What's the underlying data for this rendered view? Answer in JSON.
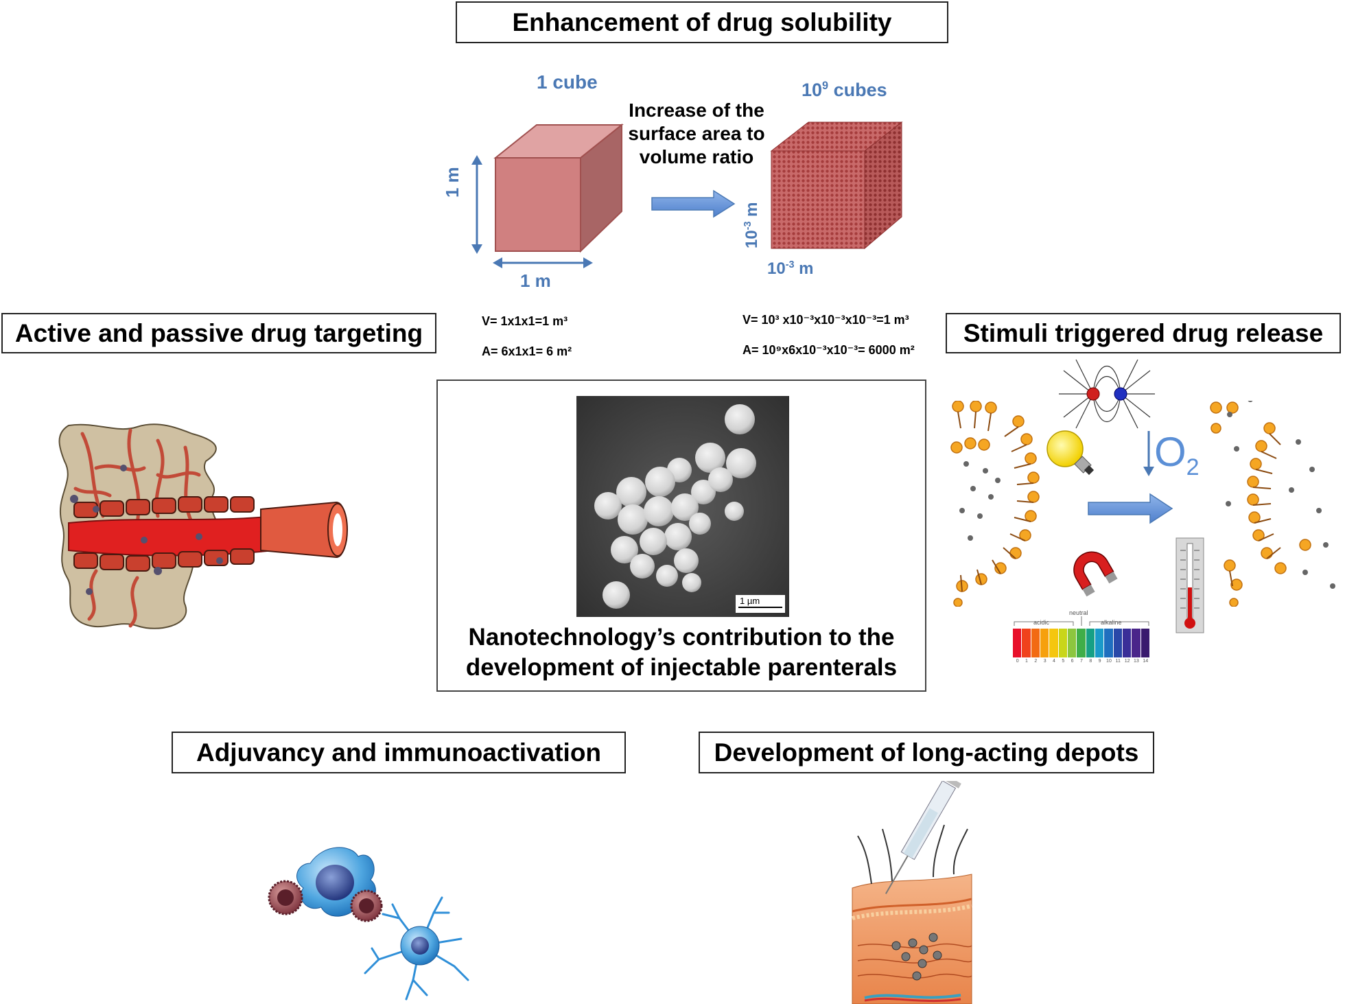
{
  "boxes": {
    "solubility": "Enhancement of drug solubility",
    "targeting": "Active and passive drug targeting",
    "stimuli": "Stimuli triggered drug release",
    "adjuvancy": "Adjuvancy and immunoactivation",
    "depots": "Development of long-acting depots"
  },
  "solubility": {
    "one_cube": "1 cube",
    "many_cubes_base": "10",
    "many_cubes_exp": "9",
    "many_cubes_suffix": " cubes",
    "arrow_text_1": "Increase of the",
    "arrow_text_2": "surface area to",
    "arrow_text_3": "volume ratio",
    "dim_big_v": "1 m",
    "dim_big_h": "1 m",
    "dim_small_base": "10",
    "dim_small_exp": "-3",
    "dim_small_unit": " m",
    "formula_v1": "V= 1x1x1=1 m³",
    "formula_a1": "A= 6x1x1= 6 m²",
    "formula_v2": "V= 10³ x10⁻³x10⁻³x10⁻³=1 m³",
    "formula_a2": "A= 10⁹x6x10⁻³x10⁻³= 6000 m²"
  },
  "center": {
    "scale_bar": "1 µm",
    "caption_1": "Nanotechnology’s contribution to the",
    "caption_2": "development of injectable parenterals"
  },
  "stimuli": {
    "o2": "O",
    "o2_sub": "2",
    "ph_acidic": "acidic",
    "ph_neutral": "neutral",
    "ph_alkaline": "alkaline",
    "ph_numbers": [
      "0",
      "1",
      "2",
      "3",
      "4",
      "5",
      "6",
      "7",
      "8",
      "9",
      "10",
      "11",
      "12",
      "13",
      "14"
    ],
    "ph_colors": [
      "#e8102a",
      "#f0421c",
      "#f26a12",
      "#f6a00d",
      "#f5c60f",
      "#c9d61a",
      "#8cc63f",
      "#3fae49",
      "#16a085",
      "#1a9ac9",
      "#1f6fbf",
      "#2948a8",
      "#3a2e98",
      "#4a258a",
      "#3a1a6e"
    ]
  },
  "colors": {
    "label_blue": "#4a78b4",
    "cube_face": "#d08080",
    "arrow_blue": "#5b8fd6"
  }
}
